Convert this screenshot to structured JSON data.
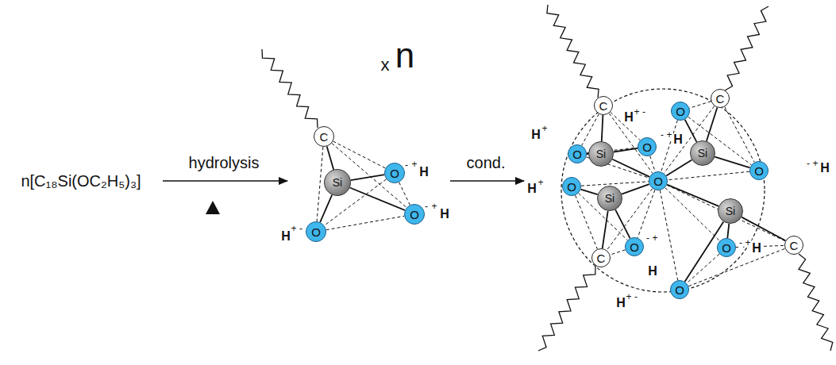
{
  "diagram": {
    "nodes": [
      {
        "text": [
          "C"
        ]
      },
      {
        "text": [
          "Si"
        ]
      },
      {
        "text": [
          "O"
        ]
      },
      {
        "text": [
          "O"
        ]
      },
      {
        "text": [
          "O"
        ]
      },
      {
        "text": [
          "C"
        ]
      },
      {
        "text": [
          "C"
        ]
      },
      {
        "text": [
          "O"
        ]
      },
      {
        "text": [
          "O"
        ]
      },
      {
        "text": [
          "Si"
        ]
      },
      {
        "text": [
          "O"
        ]
      },
      {
        "text": [
          "Si"
        ]
      },
      {
        "text": [
          "O"
        ]
      },
      {
        "text": [
          "O"
        ]
      },
      {
        "text": [
          "O"
        ]
      },
      {
        "text": [
          "Si"
        ]
      },
      {
        "text": [
          "Si"
        ]
      },
      {
        "text": [
          "O"
        ]
      },
      {
        "text": [
          "O"
        ]
      },
      {
        "text": [
          "C"
        ]
      },
      {
        "text": [
          "C"
        ]
      },
      {
        "text": [
          "O"
        ]
      }
    ],
    "edges": [
      {
        "from": 1,
        "to": 0,
        "arrow": "none"
      },
      {
        "from": 1,
        "to": 2,
        "arrow": "none"
      },
      {
        "from": 1,
        "to": 3,
        "arrow": "none"
      },
      {
        "from": 1,
        "to": 4,
        "arrow": "none"
      },
      {
        "from": 0,
        "to": 2,
        "arrow": "none"
      },
      {
        "from": 0,
        "to": 3,
        "arrow": "none"
      },
      {
        "from": 0,
        "to": 4,
        "arrow": "none"
      },
      {
        "from": 2,
        "to": 3,
        "arrow": "none"
      },
      {
        "from": 2,
        "to": 4,
        "arrow": "none"
      },
      {
        "from": 3,
        "to": 4,
        "arrow": "none"
      },
      {
        "from": 9,
        "to": 5,
        "arrow": "none"
      },
      {
        "from": 9,
        "to": 8,
        "arrow": "none"
      },
      {
        "from": 9,
        "to": 10,
        "arrow": "none"
      },
      {
        "from": 9,
        "to": 14,
        "arrow": "none"
      },
      {
        "from": 5,
        "to": 8,
        "arrow": "none"
      },
      {
        "from": 5,
        "to": 10,
        "arrow": "none"
      },
      {
        "from": 5,
        "to": 14,
        "arrow": "none"
      },
      {
        "from": 8,
        "to": 10,
        "arrow": "none"
      },
      {
        "from": 8,
        "to": 14,
        "arrow": "none"
      },
      {
        "from": 10,
        "to": 14,
        "arrow": "none"
      },
      {
        "from": 11,
        "to": 6,
        "arrow": "none"
      },
      {
        "from": 11,
        "to": 7,
        "arrow": "none"
      },
      {
        "from": 11,
        "to": 12,
        "arrow": "none"
      },
      {
        "from": 11,
        "to": 14,
        "arrow": "none"
      },
      {
        "from": 6,
        "to": 7,
        "arrow": "none"
      },
      {
        "from": 6,
        "to": 12,
        "arrow": "none"
      },
      {
        "from": 6,
        "to": 14,
        "arrow": "none"
      },
      {
        "from": 7,
        "to": 12,
        "arrow": "none"
      },
      {
        "from": 7,
        "to": 14,
        "arrow": "none"
      },
      {
        "from": 12,
        "to": 14,
        "arrow": "none"
      },
      {
        "from": 15,
        "to": 13,
        "arrow": "none"
      },
      {
        "from": 15,
        "to": 14,
        "arrow": "none"
      },
      {
        "from": 15,
        "to": 17,
        "arrow": "none"
      },
      {
        "from": 15,
        "to": 19,
        "arrow": "none"
      },
      {
        "from": 13,
        "to": 14,
        "arrow": "none"
      },
      {
        "from": 13,
        "to": 17,
        "arrow": "none"
      },
      {
        "from": 13,
        "to": 19,
        "arrow": "none"
      },
      {
        "from": 14,
        "to": 17,
        "arrow": "none"
      },
      {
        "from": 14,
        "to": 19,
        "arrow": "none"
      },
      {
        "from": 17,
        "to": 19,
        "arrow": "none"
      },
      {
        "from": 16,
        "to": 14,
        "arrow": "none"
      },
      {
        "from": 16,
        "to": 18,
        "arrow": "none"
      },
      {
        "from": 16,
        "to": 21,
        "arrow": "none"
      },
      {
        "from": 16,
        "to": 20,
        "arrow": "none"
      },
      {
        "from": 14,
        "to": 18,
        "arrow": "none"
      },
      {
        "from": 14,
        "to": 21,
        "arrow": "none"
      },
      {
        "from": 14,
        "to": 20,
        "arrow": "none"
      },
      {
        "from": 18,
        "to": 21,
        "arrow": "none"
      },
      {
        "from": 18,
        "to": 20,
        "arrow": "none"
      },
      {
        "from": 21,
        "to": 20,
        "arrow": "none"
      }
    ],
    "labels": [
      "n[C₁₈Si(OC₂H₅)₃]",
      "hydrolysis",
      "x",
      "n",
      "cond.",
      "-",
      "+",
      "H",
      "-",
      "+",
      "H",
      "H",
      "+",
      "-",
      "H",
      "+",
      "H",
      "+",
      "H",
      "+",
      "-",
      "-",
      "+",
      "H",
      "-",
      "+",
      "H",
      "-",
      "+",
      "H",
      "-",
      "+",
      "H",
      "H",
      "+",
      "-"
    ]
  }
}
